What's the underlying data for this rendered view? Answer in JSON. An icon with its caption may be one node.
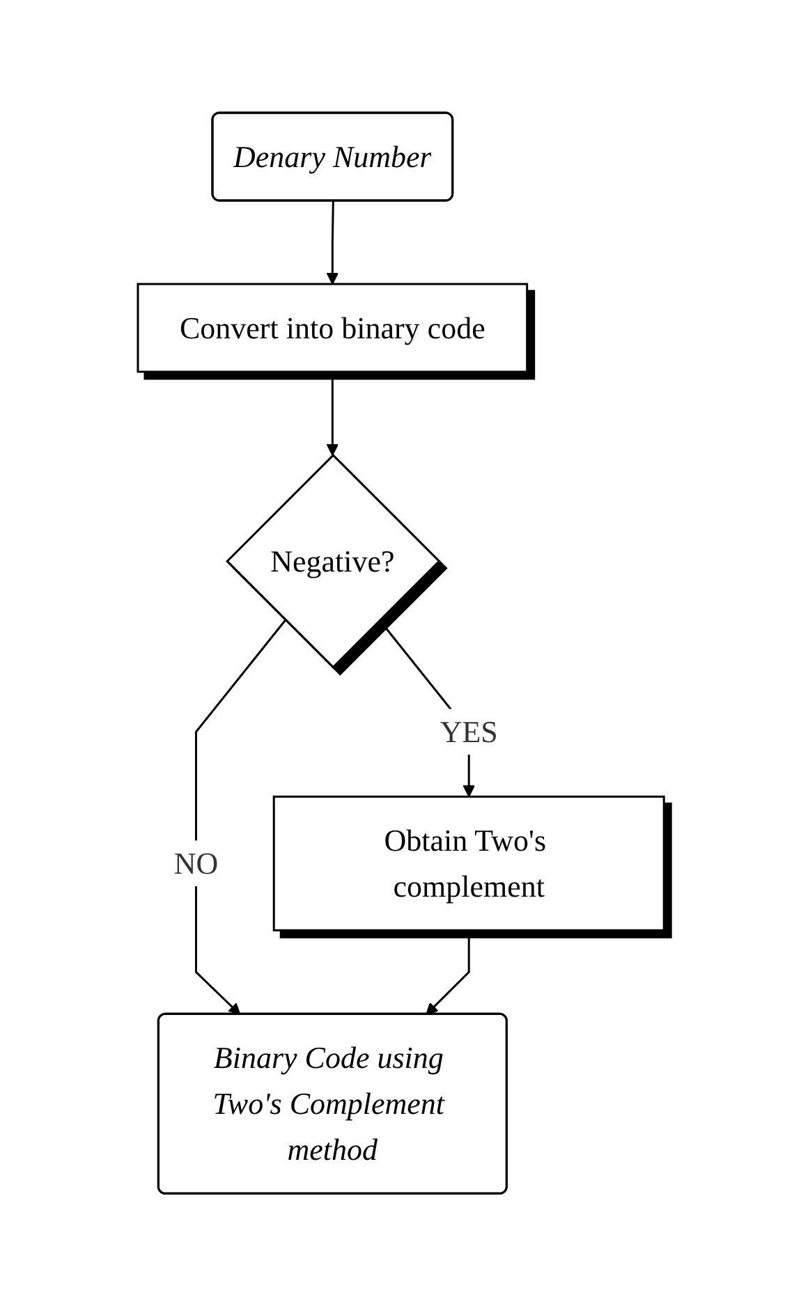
{
  "diagram": {
    "nodes": [
      {
        "text": [
          "Denary Number"
        ]
      },
      {
        "text": [
          "Convert into binary code"
        ]
      },
      {
        "text": [
          "Negative?"
        ]
      },
      {
        "text": [
          "Obtain Two's complement"
        ]
      },
      {
        "text": [
          "Binary Code using Two's Complement method"
        ]
      }
    ],
    "edges": [
      {
        "from": 0,
        "to": 1,
        "arrow": "to"
      },
      {
        "from": 1,
        "to": 2,
        "arrow": "to"
      },
      {
        "from": 2,
        "to": 3,
        "label": "YES",
        "arrow": "to"
      },
      {
        "from": 2,
        "to": 4,
        "label": "NO",
        "arrow": "to"
      },
      {
        "from": 3,
        "to": 4,
        "arrow": "to"
      }
    ]
  }
}
